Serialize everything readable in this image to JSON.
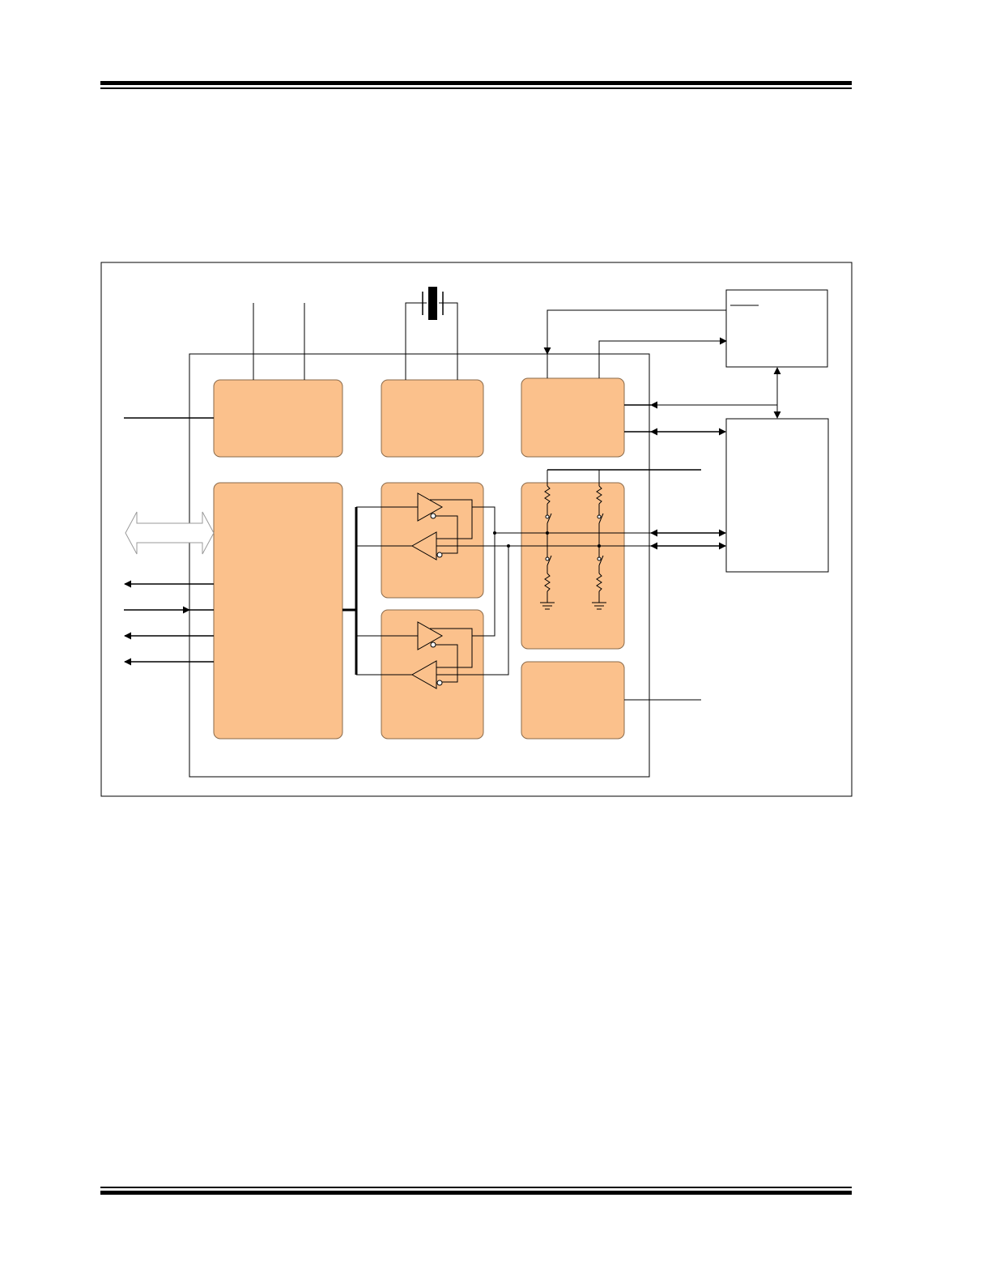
{
  "page": {
    "background": "#ffffff",
    "rule_color": "#000000"
  },
  "diagram": {
    "block_fill": "#fbc18c",
    "block_stroke": "#8a6a4a",
    "line_color": "#000000",
    "blocks": [
      {
        "id": "block-top-left"
      },
      {
        "id": "block-top-center"
      },
      {
        "id": "block-top-right"
      },
      {
        "id": "block-controller"
      },
      {
        "id": "block-transceiver-upper"
      },
      {
        "id": "block-transceiver-lower"
      },
      {
        "id": "block-termination"
      },
      {
        "id": "block-bottom-right"
      }
    ],
    "components": {
      "crystal": "crystal-icon",
      "buffers": "buffer-triangle-icon",
      "resistors": "resistor-icon",
      "switches": "switch-icon",
      "grounds": "ground-icon"
    }
  }
}
